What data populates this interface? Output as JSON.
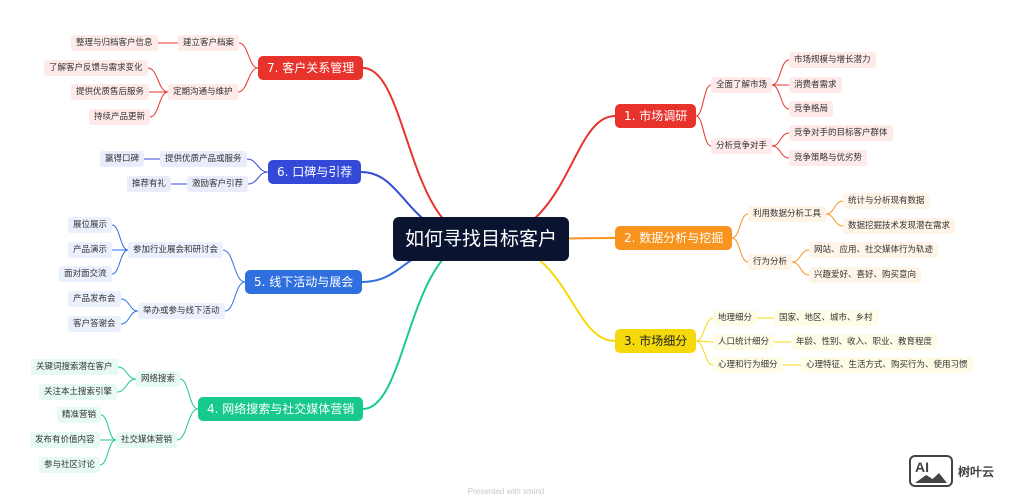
{
  "central": {
    "text": "如何寻找目标客户",
    "bg": "#0a1431"
  },
  "branches": [
    {
      "key": "b1",
      "label": "1. 市场调研",
      "color": "#e8332c",
      "children": [
        {
          "label": "全面了解市场",
          "children": [
            "市场规模与增长潜力",
            "消费者需求",
            "竞争格局"
          ]
        },
        {
          "label": "分析竞争对手",
          "children": [
            "竞争对手的目标客户群体",
            "竞争策略与优劣势"
          ]
        }
      ]
    },
    {
      "key": "b2",
      "label": "2. 数据分析与挖掘",
      "color": "#f7941d",
      "children": [
        {
          "label": "利用数据分析工具",
          "children": [
            "统计与分析现有数据",
            "数据挖掘技术发现潜在需求"
          ]
        },
        {
          "label": "行为分析",
          "children": [
            "网站、应用、社交媒体行为轨迹",
            "兴趣爱好、喜好、购买意向"
          ]
        }
      ]
    },
    {
      "key": "b3",
      "label": "3. 市场细分",
      "color": "#f5d90a",
      "children": [
        {
          "label": "地理细分",
          "children": [
            "国家、地区、城市、乡村"
          ]
        },
        {
          "label": "人口统计细分",
          "children": [
            "年龄、性别、收入、职业、教育程度"
          ]
        },
        {
          "label": "心理和行为细分",
          "children": [
            "心理特征、生活方式、购买行为、使用习惯"
          ]
        }
      ]
    },
    {
      "key": "b4",
      "label": "4. 网络搜索与社交媒体营销",
      "color": "#17c98e",
      "children": [
        {
          "label": "网络搜索",
          "children": [
            "关键词搜索潜在客户",
            "关注本土搜索引擎"
          ]
        },
        {
          "label": "社交媒体营销",
          "children": [
            "精准营销",
            "发布有价值内容",
            "参与社区讨论"
          ]
        }
      ]
    },
    {
      "key": "b5",
      "label": "5. 线下活动与展会",
      "color": "#2f6fe0",
      "children": [
        {
          "label": "参加行业展会和研讨会",
          "children": [
            "展位展示",
            "产品演示",
            "面对面交流"
          ]
        },
        {
          "label": "举办或参与线下活动",
          "children": [
            "产品发布会",
            "客户答谢会"
          ]
        }
      ]
    },
    {
      "key": "b6",
      "label": "6. 口碑与引荐",
      "color": "#3549d8",
      "children": [
        {
          "label": "提供优质产品或服务",
          "children": [
            "赢得口碑"
          ]
        },
        {
          "label": "激励客户引荐",
          "children": [
            "推荐有礼"
          ]
        }
      ]
    },
    {
      "key": "b7",
      "label": "7. 客户关系管理",
      "color": "#e8332c",
      "children": [
        {
          "label": "建立客户档案",
          "children": [
            "整理与归档客户信息"
          ]
        },
        {
          "label": "定期沟通与维护",
          "children": [
            "了解客户反馈与需求变化",
            "提供优质售后服务",
            "持续产品更新"
          ]
        }
      ]
    }
  ],
  "footer": "Presented with xmind",
  "watermark": {
    "icon_text": "AI",
    "text": "树叶云"
  }
}
